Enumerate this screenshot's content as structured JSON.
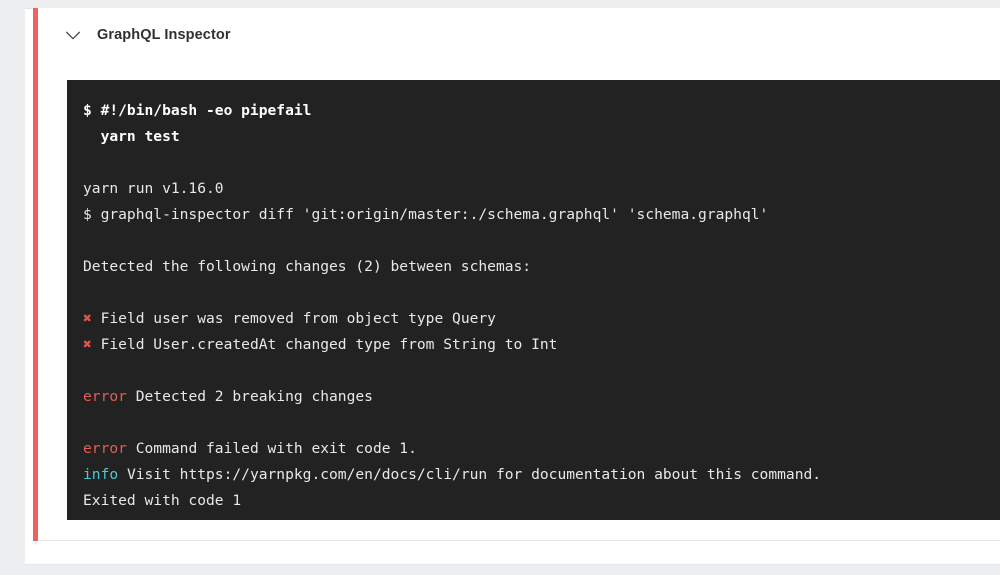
{
  "card": {
    "status_color": "#f0625f",
    "background": "#ffffff"
  },
  "step": {
    "title": "GraphQL Inspector",
    "toggle_icon": "chevron-down-icon",
    "expanded": true
  },
  "terminal": {
    "background": "#222222",
    "text_color": "#e8e8e6",
    "error_color": "#e55b55",
    "info_color": "#4ec9d4",
    "cross_color": "#e5534b",
    "lines": [
      {
        "type": "command",
        "text": "$ #!/bin/bash -eo pipefail"
      },
      {
        "type": "command",
        "text": "  yarn test"
      },
      {
        "type": "blank",
        "text": " "
      },
      {
        "type": "plain",
        "text": "yarn run v1.16.0"
      },
      {
        "type": "plain",
        "text": "$ graphql-inspector diff 'git:origin/master:./schema.graphql' 'schema.graphql'"
      },
      {
        "type": "blank",
        "text": " "
      },
      {
        "type": "plain",
        "text": "Detected the following changes (2) between schemas:"
      },
      {
        "type": "blank",
        "text": " "
      },
      {
        "type": "cross",
        "marker": "✖",
        "text": " Field user was removed from object type Query"
      },
      {
        "type": "cross",
        "marker": "✖",
        "text": " Field User.createdAt changed type from String to Int"
      },
      {
        "type": "blank",
        "text": " "
      },
      {
        "type": "tagged",
        "tag": "error",
        "tag_class": "tok-error",
        "text": " Detected 2 breaking changes"
      },
      {
        "type": "blank",
        "text": " "
      },
      {
        "type": "tagged",
        "tag": "error",
        "tag_class": "tok-error",
        "text": " Command failed with exit code 1."
      },
      {
        "type": "tagged",
        "tag": "info",
        "tag_class": "tok-info",
        "text": " Visit https://yarnpkg.com/en/docs/cli/run for documentation about this command."
      },
      {
        "type": "plain",
        "text": "Exited with code 1"
      }
    ]
  }
}
